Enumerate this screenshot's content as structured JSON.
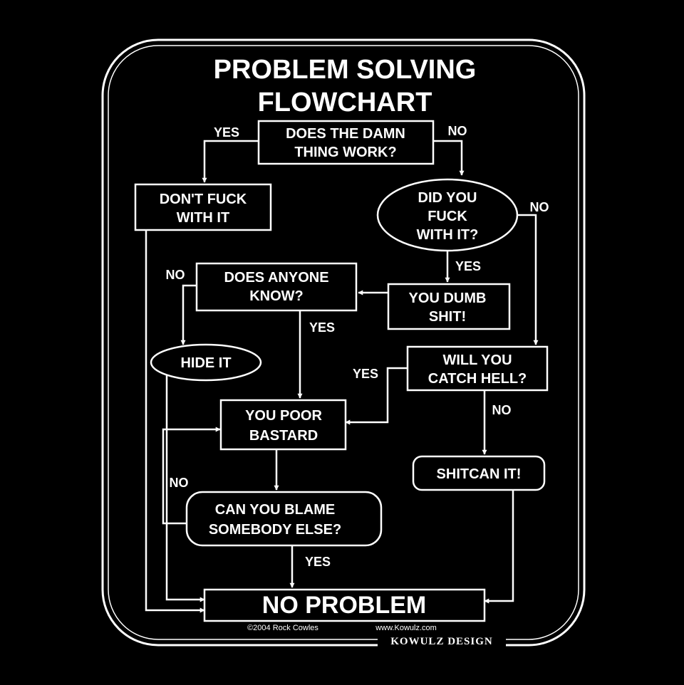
{
  "title": {
    "line1": "PROBLEM SOLVING",
    "line2": "FLOWCHART"
  },
  "nodes": {
    "works": {
      "line1": "DOES THE DAMN",
      "line2": "THING WORK?"
    },
    "dont_fuck": {
      "line1": "DON'T FUCK",
      "line2": "WITH IT"
    },
    "did_you": {
      "line1": "DID YOU",
      "line2": "FUCK",
      "line3": "WITH IT?"
    },
    "anyone_know": {
      "line1": "DOES ANYONE",
      "line2": "KNOW?"
    },
    "dumb": {
      "line1": "YOU DUMB",
      "line2": "SHIT!"
    },
    "hide": {
      "line1": "HIDE IT"
    },
    "catch_hell": {
      "line1": "WILL YOU",
      "line2": "CATCH HELL?"
    },
    "poor": {
      "line1": "YOU POOR",
      "line2": "BASTARD"
    },
    "shitcan": {
      "line1": "SHITCAN IT!"
    },
    "blame": {
      "line1": "CAN YOU BLAME",
      "line2": "SOMEBODY ELSE?"
    },
    "no_problem": {
      "line1": "NO PROBLEM"
    }
  },
  "edge_labels": {
    "works_yes": "YES",
    "works_no": "NO",
    "did_no": "NO",
    "did_yes": "YES",
    "know_no": "NO",
    "know_yes": "YES",
    "hell_yes": "YES",
    "hell_no": "NO",
    "blame_no": "NO",
    "blame_yes": "YES"
  },
  "footer": {
    "copyright": "©2004 Rock Cowles",
    "website": "www.Kowulz.com",
    "brand": "KOWULZ DESIGN"
  },
  "colors": {
    "background": "#000000",
    "stroke": "#ffffff",
    "text": "#ffffff"
  }
}
